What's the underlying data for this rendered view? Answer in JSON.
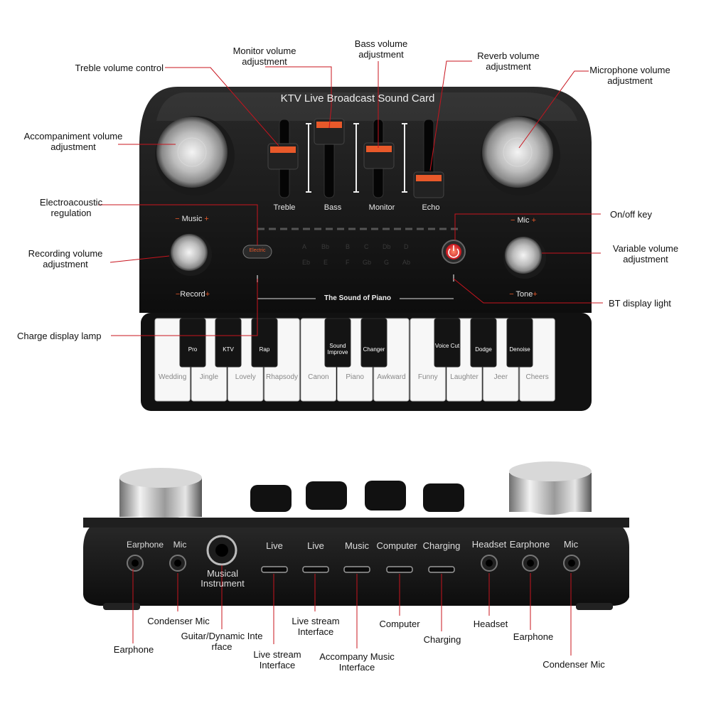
{
  "device": {
    "title": "KTV Live Broadcast Sound Card",
    "piano_label": "The Sound of Piano",
    "faders": [
      "Treble",
      "Bass",
      "Monitor",
      "Echo"
    ],
    "music_label": "Music",
    "record_label": "Record",
    "mic_label": "Mic",
    "tone_label": "Tone",
    "electric_label": "Electric",
    "black_keys": [
      {
        "label": "Pro"
      },
      {
        "label": "KTV"
      },
      {
        "label": "Rap"
      },
      {
        "label": "Sound Improve"
      },
      {
        "label": "Changer"
      },
      {
        "label": "Voice Cut"
      },
      {
        "label": "Dodge"
      },
      {
        "label": "Denoise"
      }
    ],
    "white_keys": [
      "Wedding",
      "Jingle",
      "Lovely",
      "Rhapsody",
      "Canon",
      "Piano",
      "Awkward",
      "Funny",
      "Laughter",
      "Jeer",
      "Cheers"
    ],
    "ports": [
      "Earphone",
      "Mic",
      "Musical Instrument",
      "Live",
      "Live",
      "Music",
      "Computer",
      "Charging",
      "Headset",
      "Earphone",
      "Mic"
    ]
  },
  "callouts_top": {
    "treble": "Treble volume control",
    "monitor": "Monitor volume adjustment",
    "bass": "Bass volume adjustment",
    "reverb": "Reverb volume adjustment",
    "microphone": "Microphone volume adjustment",
    "accompaniment": "Accompaniment volume adjustment",
    "electroacoustic": "Electroacoustic regulation",
    "recording": "Recording volume adjustment",
    "charge_lamp": "Charge display lamp",
    "onoff": "On/off key",
    "variable": "Variable volume adjustment",
    "bt_light": "BT display light"
  },
  "callouts_bottom": {
    "earphone_left": "Earphone",
    "condenser_left": "Condenser Mic",
    "guitar": "Guitar/Dynamic Inte rface",
    "live1": "Live stream Interface",
    "live2": "Live stream Interface",
    "accompany": "Accompany Music Interface",
    "computer": "Computer",
    "charging": "Charging",
    "headset": "Headset",
    "earphone_right": "Earphone",
    "condenser_right": "Condenser Mic"
  },
  "colors": {
    "accent": "#e8592a",
    "leader": "#c8141e",
    "body": "#151515"
  }
}
